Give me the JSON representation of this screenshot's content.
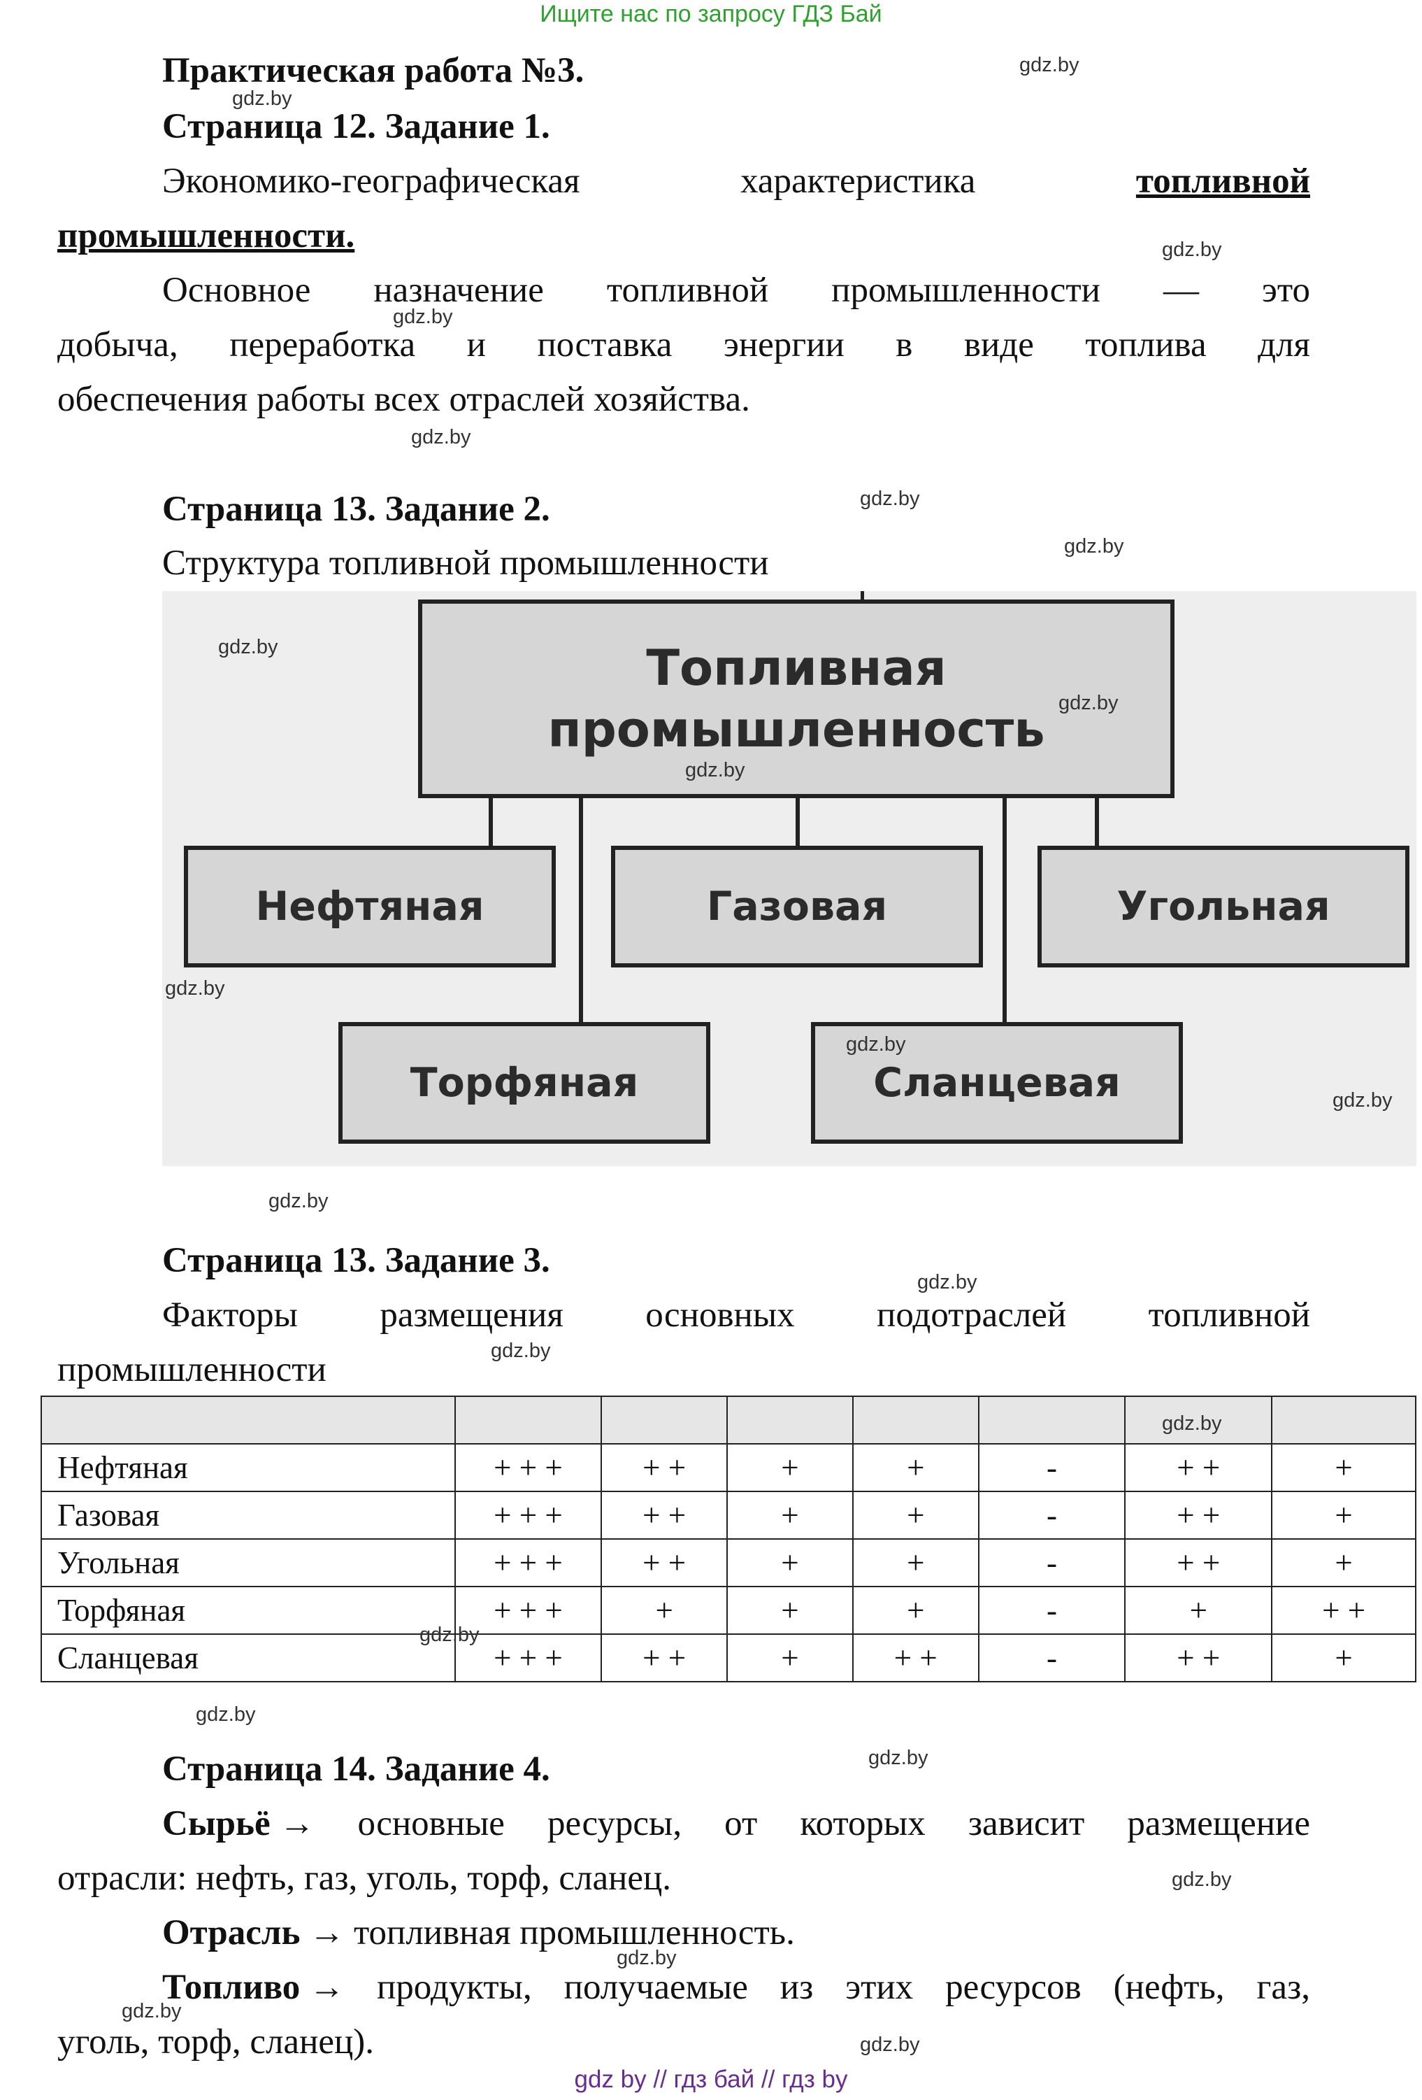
{
  "banner_top": "Ищите нас по запросу ГДЗ Бай",
  "banner_bottom": "gdz by  //  гдз бай  //  гдз by",
  "watermark": "gdz.by",
  "s1": {
    "title": "Практическая работа №3.",
    "subtitle": "Страница 12. Задание 1.",
    "line1_words": [
      "Экономико-географическая",
      "характеристика"
    ],
    "line1_underlined": "топливной",
    "line2_underlined": "промышленности.",
    "para_line1_words": [
      "Основное",
      "назначение",
      "топливной",
      "промышленности",
      "—",
      "это"
    ],
    "para_line2_words": [
      "добыча,",
      "переработка",
      "и",
      "поставка",
      "энергии",
      "в",
      "виде",
      "топлива",
      "для"
    ],
    "para_line3": "обеспечения работы всех отраслей хозяйства."
  },
  "s2": {
    "title": "Страница 13. Задание 2.",
    "caption": "Структура топливной промышленности",
    "diagram": {
      "root_line1": "Топливная",
      "root_line2": "промышленность",
      "branches": [
        "Нефтяная",
        "Газовая",
        "Угольная",
        "Торфяная",
        "Сланцевая"
      ]
    }
  },
  "s3": {
    "title": "Страница 13. Задание 3.",
    "intro_words": [
      "Факторы",
      "размещения",
      "основных",
      "подотраслей",
      "топливной"
    ],
    "intro_line2": "промышленности",
    "table": {
      "headers": [
        "",
        "",
        "",
        "",
        "",
        "",
        "",
        ""
      ],
      "rows": [
        {
          "name": "Нефтяная",
          "values": [
            "+ + +",
            "+ +",
            "+",
            "+",
            "-",
            "+ +",
            "+"
          ]
        },
        {
          "name": "Газовая",
          "values": [
            "+ + +",
            "+ +",
            "+",
            "+",
            "-",
            "+ +",
            "+"
          ]
        },
        {
          "name": "Угольная",
          "values": [
            "+ + +",
            "+ +",
            "+",
            "+",
            "-",
            "+ +",
            "+"
          ]
        },
        {
          "name": "Торфяная",
          "values": [
            "+ + +",
            "+",
            "+",
            "+",
            "-",
            "+",
            "+ +"
          ]
        },
        {
          "name": "Сланцевая",
          "values": [
            "+ + +",
            "+ +",
            "+",
            "+ +",
            "-",
            "+ +",
            "+"
          ]
        }
      ]
    }
  },
  "s4": {
    "title": "Страница 14. Задание 4.",
    "raw_term": "Сырьё →",
    "raw_line1_words": [
      "основные",
      "ресурсы,",
      "от",
      "которых",
      "зависит",
      "размещение"
    ],
    "raw_line2": "отрасли: нефть, газ, уголь, торф, сланец.",
    "branch_term": "Отрасль →",
    "branch_text": " топливная промышленность.",
    "fuel_term": "Топливо →",
    "fuel_line1_words": [
      "продукты,",
      "получаемые",
      "из",
      "этих",
      "ресурсов",
      "(нефть,",
      "газ,"
    ],
    "fuel_line2": "уголь, торф, сланец)."
  }
}
